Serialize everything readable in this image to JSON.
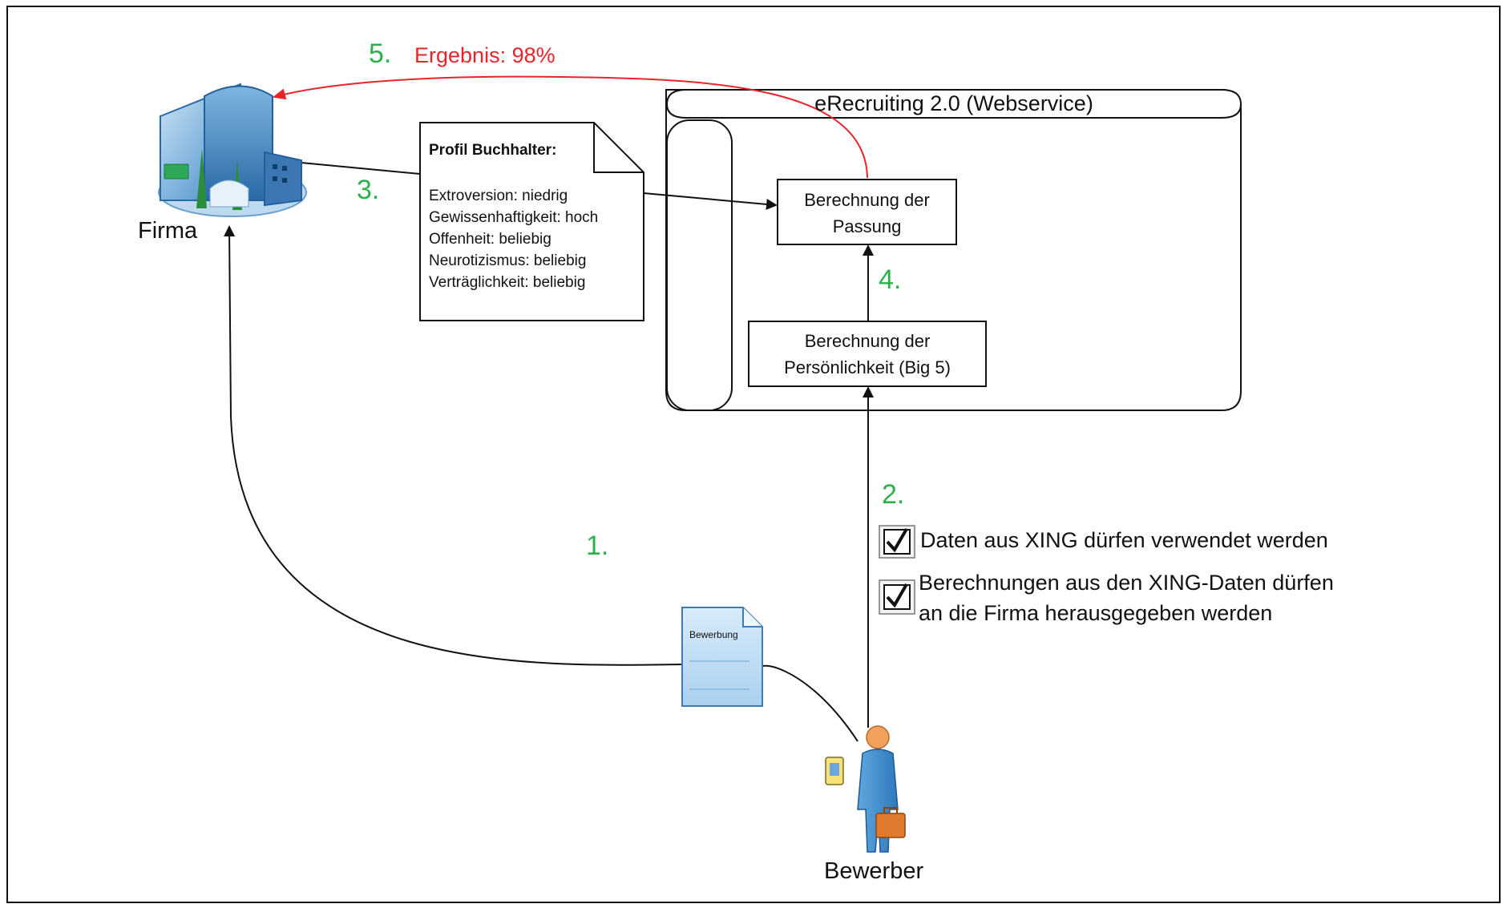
{
  "steps": {
    "s1": "1.",
    "s2": "2.",
    "s3": "3.",
    "s4": "4.",
    "s5": "5."
  },
  "result_label": "Ergebnis: 98%",
  "firma_label": "Firma",
  "bewerber_label": "Bewerber",
  "webservice_title": "eRecruiting 2.0 (Webservice)",
  "calc_fit": "Berechnung der Passung",
  "calc_fit_lines": [
    "Berechnung der",
    "Passung"
  ],
  "calc_personality_lines": [
    "Berechnung der",
    "Persönlichkeit (Big 5)"
  ],
  "profile": {
    "title": "Profil Buchhalter:",
    "lines": [
      "Extroversion: niedrig",
      "Gewissenhaftigkeit: hoch",
      "Offenheit: beliebig",
      "Neurotizismus: beliebig",
      "Verträglichkeit: beliebig"
    ]
  },
  "application_doc_label": "Bewerbung",
  "consents": [
    {
      "checked": true,
      "lines": [
        "Daten aus XING dürfen verwendet werden"
      ]
    },
    {
      "checked": true,
      "lines": [
        "Berechnungen aus den XING-Daten dürfen",
        "an die Firma herausgegeben werden"
      ]
    }
  ],
  "colors": {
    "step_green": "#2db14d",
    "result_red": "#e8242a",
    "line": "#111111"
  }
}
